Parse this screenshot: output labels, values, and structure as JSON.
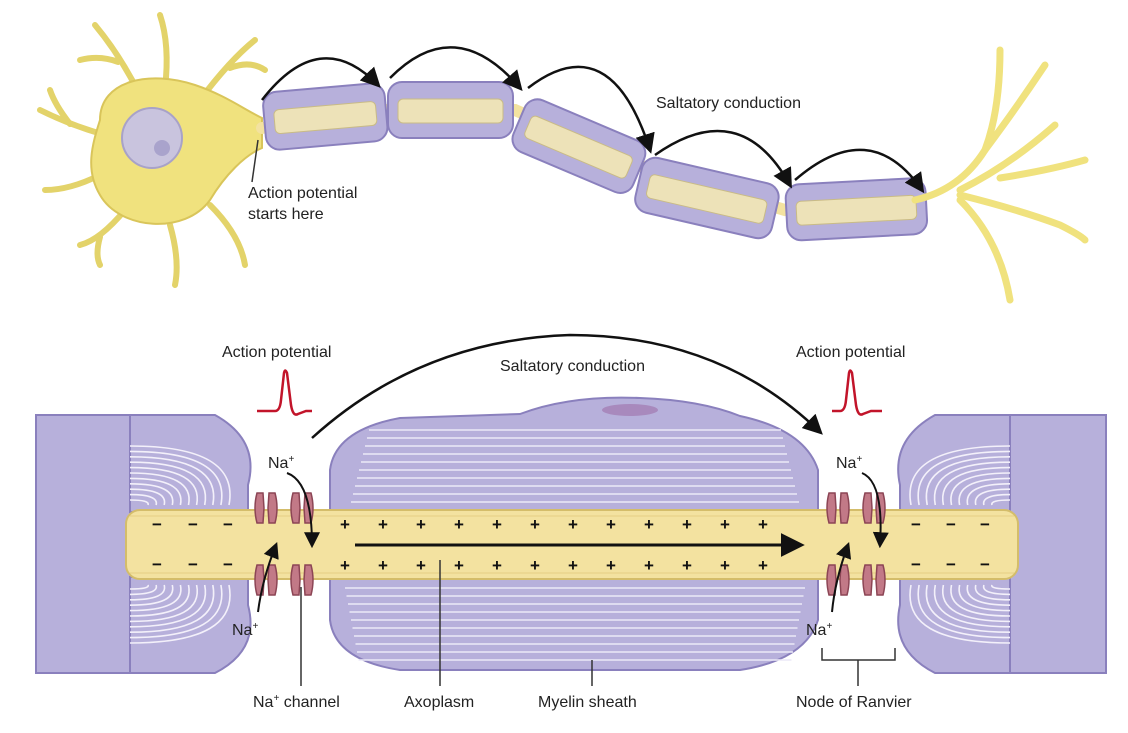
{
  "top": {
    "conduction_label": "Saltatory conduction",
    "start_label_line1": "Action potential",
    "start_label_line2": "starts here"
  },
  "bottom": {
    "left_ap_label": "Action potential",
    "right_ap_label": "Action potential",
    "conduction_label": "Saltatory conduction",
    "ion_label": "Na",
    "ion_charge": "+",
    "plus_sign": "+",
    "minus_sign": "−",
    "channel_label_base": "Na",
    "channel_label_rest": " channel",
    "axoplasm_label": "Axoplasm",
    "myelin_label": "Myelin sheath",
    "node_label": "Node of Ranvier"
  },
  "colors": {
    "myelin": "#b7b0db",
    "myelin_dark": "#8a80bd",
    "axon": "#f3e2a0",
    "neuron": "#f0e27e",
    "channel": "#c27987",
    "signal": "#c2142a"
  }
}
